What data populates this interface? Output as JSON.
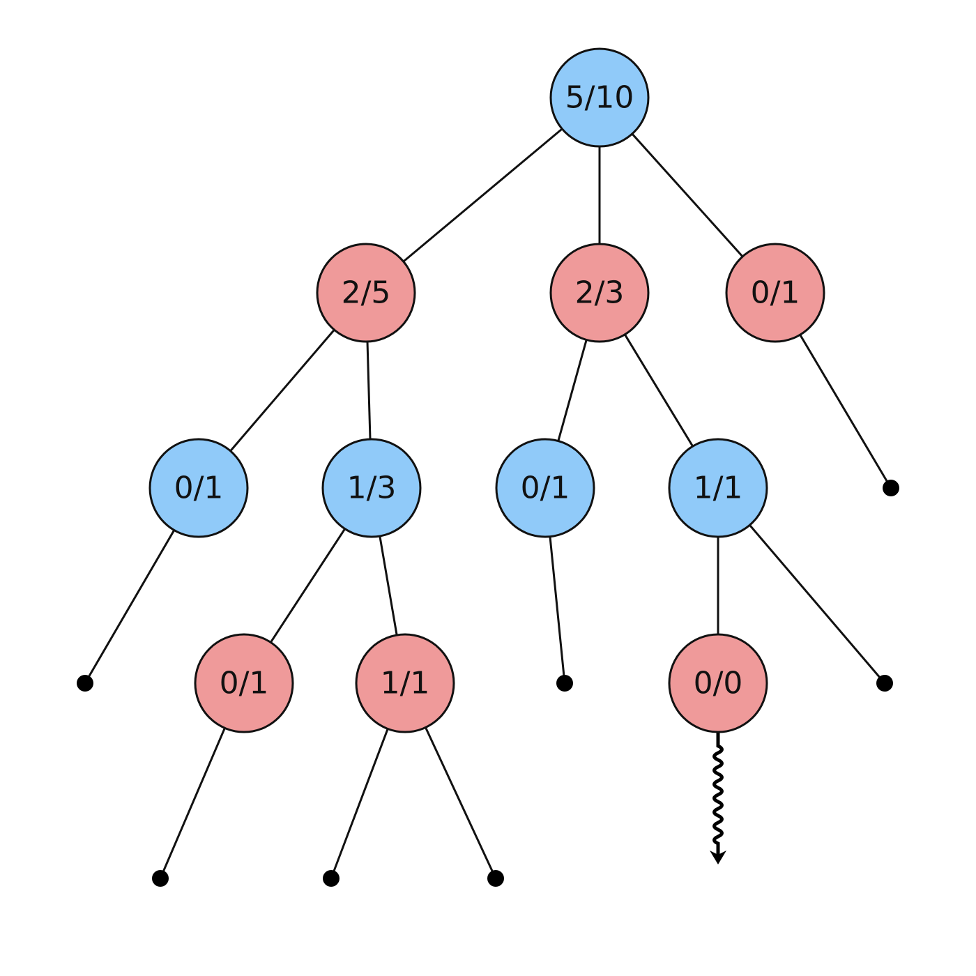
{
  "colors": {
    "blue_node": "#90caf9",
    "red_node": "#ef9a9a",
    "stroke": "#111111",
    "leaf": "#000000"
  },
  "nodes": [
    {
      "id": "root",
      "label": "5/10",
      "color": "blue"
    },
    {
      "id": "a",
      "label": "2/5",
      "color": "red"
    },
    {
      "id": "b",
      "label": "2/3",
      "color": "red"
    },
    {
      "id": "c",
      "label": "0/1",
      "color": "red"
    },
    {
      "id": "a1",
      "label": "0/1",
      "color": "blue"
    },
    {
      "id": "a2",
      "label": "1/3",
      "color": "blue"
    },
    {
      "id": "b1",
      "label": "0/1",
      "color": "blue"
    },
    {
      "id": "b2",
      "label": "1/1",
      "color": "blue"
    },
    {
      "id": "a2x",
      "label": "0/1",
      "color": "red"
    },
    {
      "id": "a2y",
      "label": "1/1",
      "color": "red"
    },
    {
      "id": "b2x",
      "label": "0/0",
      "color": "red"
    }
  ],
  "edges": [
    [
      "root",
      "a"
    ],
    [
      "root",
      "b"
    ],
    [
      "root",
      "c"
    ],
    [
      "a",
      "a1"
    ],
    [
      "a",
      "a2"
    ],
    [
      "b",
      "b1"
    ],
    [
      "b",
      "b2"
    ],
    [
      "c",
      "leaf-c"
    ],
    [
      "a1",
      "leaf-a1"
    ],
    [
      "a2",
      "a2x"
    ],
    [
      "a2",
      "a2y"
    ],
    [
      "b1",
      "leaf-b1"
    ],
    [
      "b2",
      "b2x"
    ],
    [
      "b2",
      "leaf-b2"
    ],
    [
      "a2x",
      "leaf-a2x"
    ],
    [
      "a2y",
      "leaf-a2y-1"
    ],
    [
      "a2y",
      "leaf-a2y-2"
    ]
  ],
  "leaves": [
    "leaf-c",
    "leaf-a1",
    "leaf-b1",
    "leaf-b2",
    "leaf-a2x",
    "leaf-a2y-1",
    "leaf-a2y-2"
  ],
  "rollout": {
    "from": "b2x",
    "icon": "wavy-arrow-down-icon"
  }
}
